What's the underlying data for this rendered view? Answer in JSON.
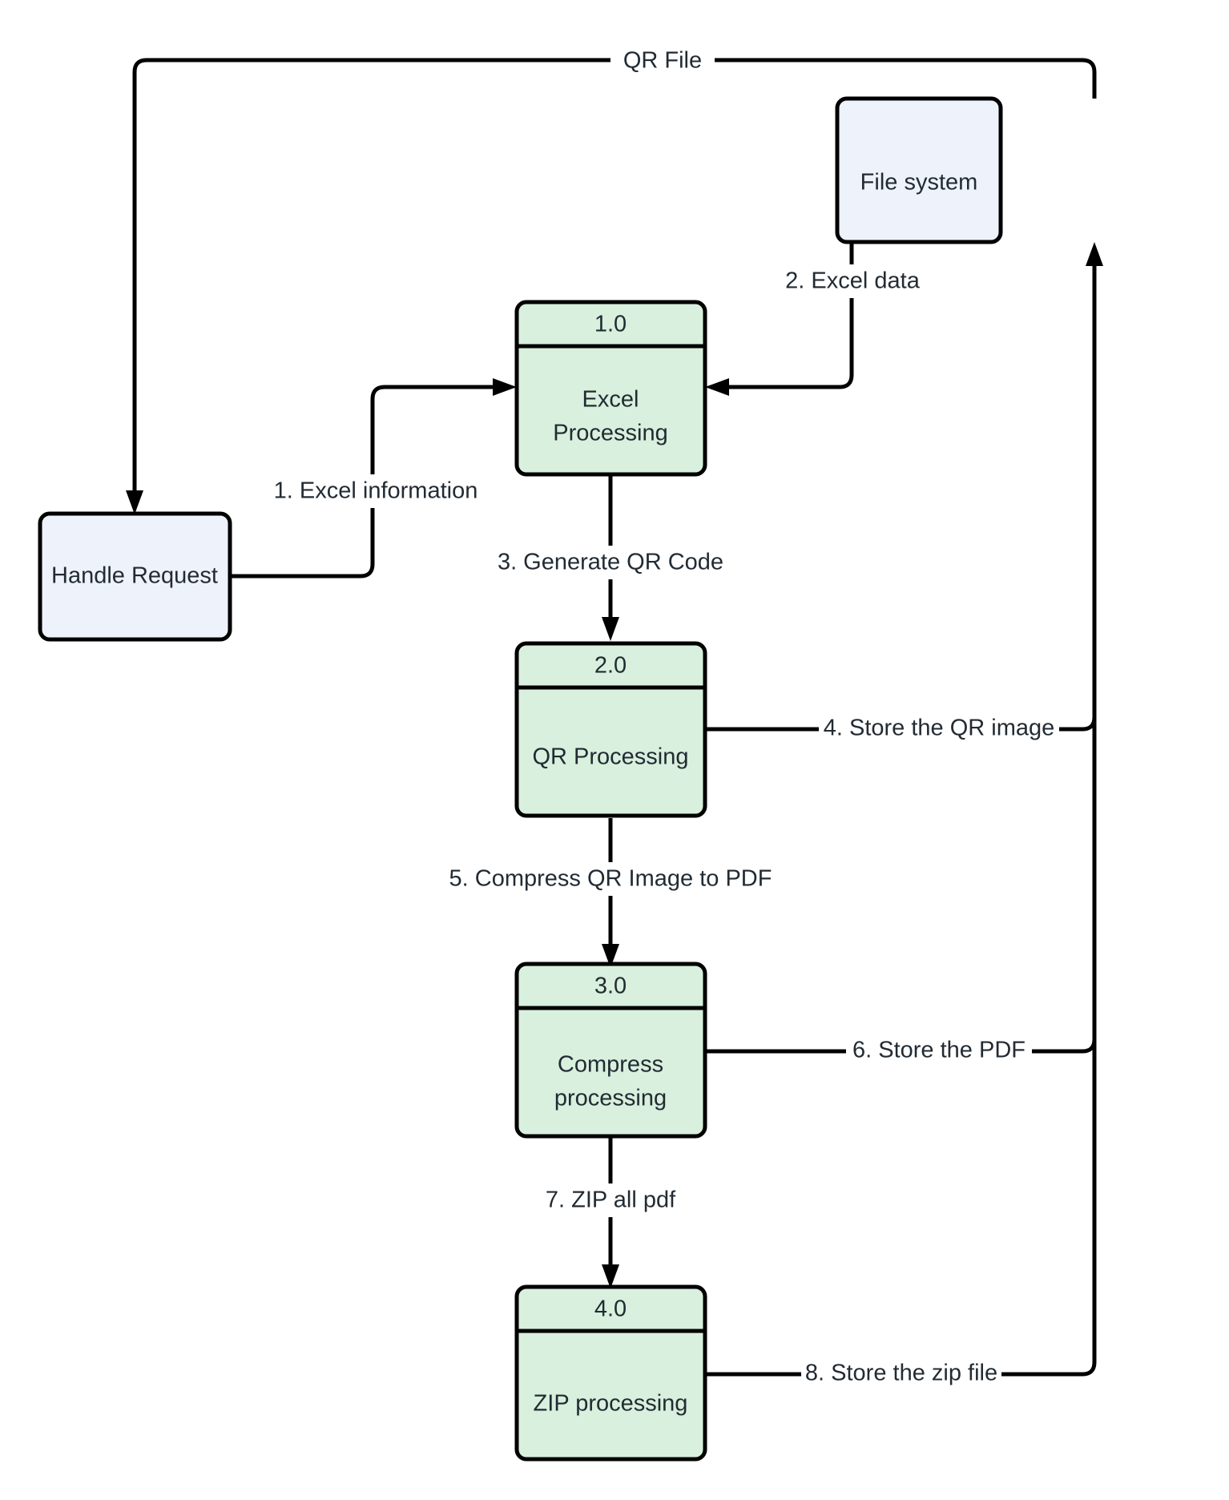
{
  "diagram": {
    "type": "data-flow-diagram",
    "colors": {
      "entity_fill": "#eef2fb",
      "process_fill": "#d8f0dd",
      "stroke": "#000000",
      "text": "#222b33",
      "background": "#ffffff"
    },
    "nodes": [
      {
        "key": "handle_request",
        "kind": "entity",
        "label": "Handle Request"
      },
      {
        "key": "file_system",
        "kind": "entity",
        "label": "File system"
      },
      {
        "key": "excel_processing",
        "kind": "process",
        "id": "1.0",
        "label_line1": "Excel",
        "label_line2": "Processing"
      },
      {
        "key": "qr_processing",
        "kind": "process",
        "id": "2.0",
        "label_line1": "QR Processing",
        "label_line2": ""
      },
      {
        "key": "compress_processing",
        "kind": "process",
        "id": "3.0",
        "label_line1": "Compress",
        "label_line2": "processing"
      },
      {
        "key": "zip_processing",
        "kind": "process",
        "id": "4.0",
        "label_line1": "ZIP processing",
        "label_line2": ""
      }
    ],
    "edges": [
      {
        "key": "qr_file",
        "label": "QR File",
        "from": "file_system",
        "to": "handle_request",
        "arrow": true
      },
      {
        "key": "excel_information",
        "label": "1. Excel information",
        "from": "handle_request",
        "to": "excel_processing",
        "arrow": true
      },
      {
        "key": "excel_data",
        "label": "2. Excel data",
        "from": "file_system",
        "to": "excel_processing",
        "arrow": true
      },
      {
        "key": "generate_qr_code",
        "label": "3. Generate QR Code",
        "from": "excel_processing",
        "to": "qr_processing",
        "arrow": true
      },
      {
        "key": "store_qr_image",
        "label": "4. Store the QR image",
        "from": "qr_processing",
        "to": "file_system",
        "arrow": false
      },
      {
        "key": "compress_qr_image_to_pdf",
        "label": "5. Compress QR Image to PDF",
        "from": "qr_processing",
        "to": "compress_processing",
        "arrow": true
      },
      {
        "key": "store_the_pdf",
        "label": "6. Store the PDF",
        "from": "compress_processing",
        "to": "file_system",
        "arrow": false
      },
      {
        "key": "zip_all_pdf",
        "label": "7. ZIP all pdf",
        "from": "compress_processing",
        "to": "zip_processing",
        "arrow": true
      },
      {
        "key": "store_the_zip_file",
        "label": "8. Store the zip file",
        "from": "zip_processing",
        "to": "file_system",
        "arrow": false
      }
    ]
  }
}
